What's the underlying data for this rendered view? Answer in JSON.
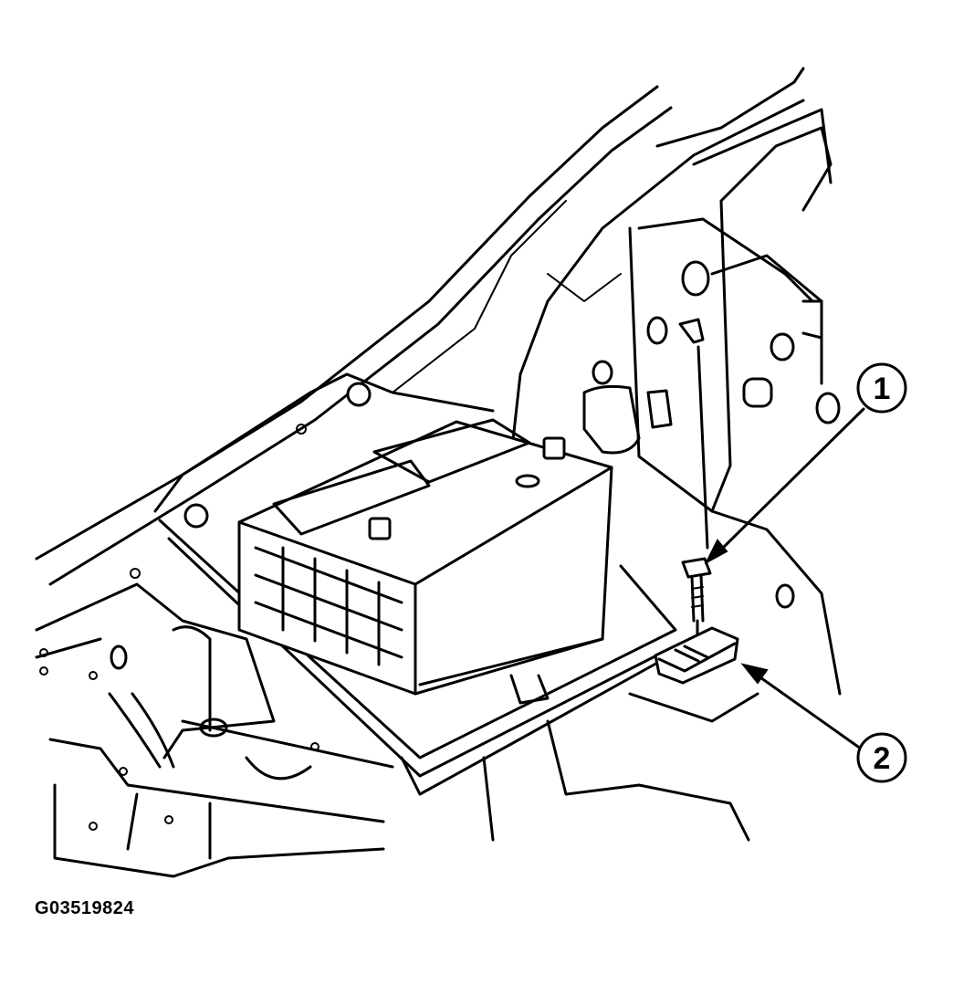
{
  "figure": {
    "id_label": "G03519824",
    "callouts": [
      {
        "number": "1",
        "target": "bolt"
      },
      {
        "number": "2",
        "target": "hold-down-clamp"
      }
    ]
  },
  "colors": {
    "ink": "#000000",
    "paper": "#ffffff"
  }
}
